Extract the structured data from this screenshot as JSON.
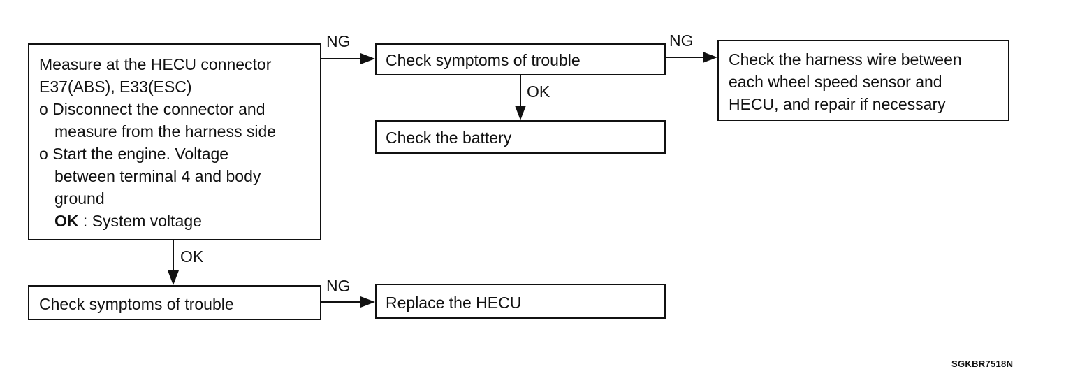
{
  "flowchart": {
    "measure_box": {
      "lines": [
        "Measure at the HECU connector",
        "E37(ABS), E33(ESC)",
        "o Disconnect the connector and",
        "measure from the harness side",
        "o Start the engine. Voltage",
        "between terminal 4 and body",
        "ground"
      ],
      "ok_label": "OK",
      "ok_text": ": System voltage"
    },
    "check_symptoms_top": "Check symptoms of trouble",
    "check_battery": "Check the battery",
    "harness_box": {
      "lines": [
        "Check the harness wire between",
        "each wheel speed sensor and",
        "HECU, and repair if necessary"
      ]
    },
    "check_symptoms_bottom": "Check symptoms of trouble",
    "replace_hecu": "Replace the HECU",
    "edge_labels": {
      "measure_to_check_top": "NG",
      "check_top_to_harness": "NG",
      "check_top_to_battery": "OK",
      "measure_to_check_bottom": "OK",
      "check_bottom_to_replace": "NG"
    }
  },
  "figure_code": "SGKBR7518N"
}
